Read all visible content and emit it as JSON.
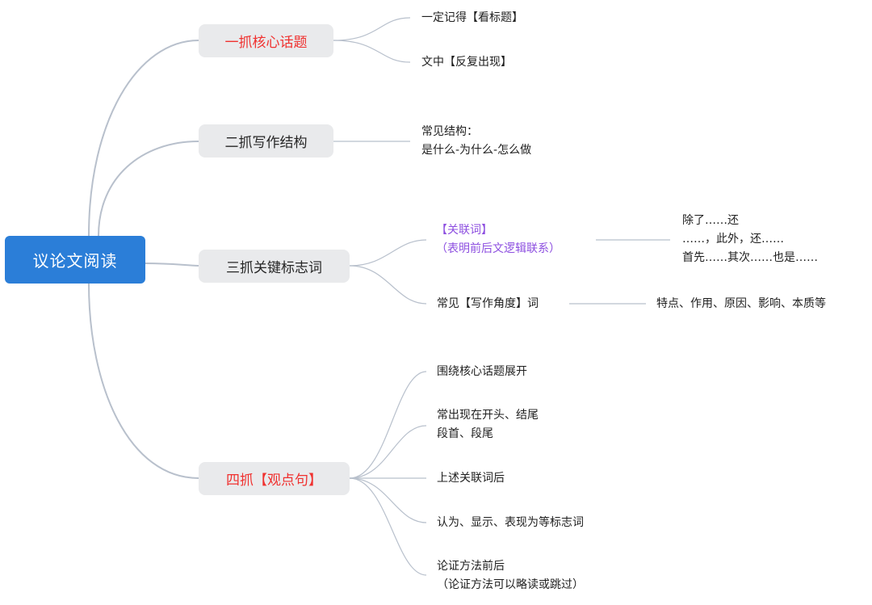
{
  "root": {
    "label": "议论文阅读"
  },
  "branches": [
    {
      "label": "一抓核心话题",
      "highlight": true,
      "children": [
        {
          "lines": [
            "一定记得【看标题】"
          ]
        },
        {
          "lines": [
            "文中【反复出现】"
          ]
        }
      ]
    },
    {
      "label": "二抓写作结构",
      "highlight": false,
      "children": [
        {
          "lines": [
            "常见结构：",
            "是什么-为什么-怎么做"
          ]
        }
      ]
    },
    {
      "label": "三抓关键标志词",
      "highlight": false,
      "children": [
        {
          "lines": [
            "【关联词】",
            "（表明前后文逻辑联系）"
          ],
          "examples": [
            "除了……还",
            "……，此外，还……",
            "首先……其次……也是……"
          ]
        },
        {
          "lines": [
            "常见【写作角度】词"
          ],
          "examples": [
            "特点、作用、原因、影响、本质等"
          ]
        }
      ]
    },
    {
      "label": "四抓【观点句】",
      "highlight": true,
      "children": [
        {
          "lines": [
            "围绕核心话题展开"
          ]
        },
        {
          "lines": [
            "常出现在开头、结尾",
            "段首、段尾"
          ]
        },
        {
          "lines": [
            "上述关联词后"
          ]
        },
        {
          "lines": [
            "认为、显示、表现为等标志词"
          ]
        },
        {
          "lines": [
            "论证方法前后",
            "（论证方法可以略读或跳过）"
          ]
        }
      ]
    }
  ],
  "colors": {
    "root": "#2b7ed8",
    "branch_bg": "#e9eaec",
    "highlight_text": "#f0312f",
    "conjunction_text": "#8d4fe0",
    "connector": "#b8c0cc"
  }
}
